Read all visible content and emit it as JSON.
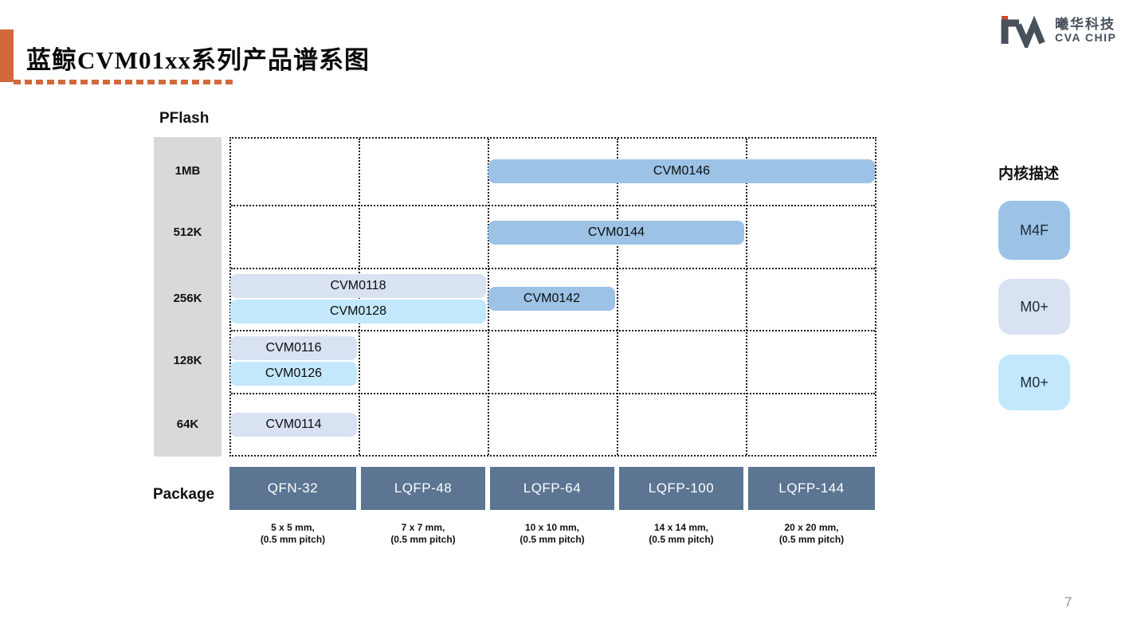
{
  "slide": {
    "title": "蓝鲸CVM01xx系列产品谱系图",
    "page_number": "7"
  },
  "logo": {
    "mark": "CVA",
    "company_cn": "曦华科技",
    "company_en": "CVA CHIP"
  },
  "chart": {
    "y_axis": {
      "title": "PFlash",
      "labels": [
        "1MB",
        "512K",
        "256K",
        "128K",
        "64K"
      ]
    },
    "x_axis": {
      "title": "Package"
    },
    "packages": [
      {
        "name": "QFN-32",
        "dimensions": "5 x 5 mm,",
        "pitch": "(0.5 mm pitch)"
      },
      {
        "name": "LQFP-48",
        "dimensions": "7 x 7 mm,",
        "pitch": "(0.5 mm pitch)"
      },
      {
        "name": "LQFP-64",
        "dimensions": "10 x 10 mm,",
        "pitch": "(0.5 mm pitch)"
      },
      {
        "name": "LQFP-100",
        "dimensions": "14 x 14 mm,",
        "pitch": "(0.5 mm pitch)"
      },
      {
        "name": "LQFP-144",
        "dimensions": "20 x 20 mm,",
        "pitch": "(0.5 mm pitch)"
      }
    ],
    "products": [
      {
        "name": "CVM0146",
        "pflash": "1MB",
        "core": "M4F",
        "style": "m4f",
        "package_start": "LQFP-64",
        "package_end": "LQFP-144",
        "lane": "single"
      },
      {
        "name": "CVM0144",
        "pflash": "512K",
        "core": "M4F",
        "style": "m4f",
        "package_start": "LQFP-64",
        "package_end": "LQFP-100",
        "lane": "single"
      },
      {
        "name": "CVM0118",
        "pflash": "256K",
        "core": "M0+",
        "style": "m0_lavender",
        "package_start": "QFN-32",
        "package_end": "LQFP-48",
        "lane": "top"
      },
      {
        "name": "CVM0128",
        "pflash": "256K",
        "core": "M0+",
        "style": "m0_cyan",
        "package_start": "QFN-32",
        "package_end": "LQFP-48",
        "lane": "bottom"
      },
      {
        "name": "CVM0142",
        "pflash": "256K",
        "core": "M4F",
        "style": "m4f",
        "package_start": "LQFP-64",
        "package_end": "LQFP-64",
        "lane": "single"
      },
      {
        "name": "CVM0116",
        "pflash": "128K",
        "core": "M0+",
        "style": "m0_lavender",
        "package_start": "QFN-32",
        "package_end": "QFN-32",
        "lane": "top"
      },
      {
        "name": "CVM0126",
        "pflash": "128K",
        "core": "M0+",
        "style": "m0_cyan",
        "package_start": "QFN-32",
        "package_end": "QFN-32",
        "lane": "bottom"
      },
      {
        "name": "CVM0114",
        "pflash": "64K",
        "core": "M0+",
        "style": "m0_lavender",
        "package_start": "QFN-32",
        "package_end": "QFN-32",
        "lane": "single"
      }
    ]
  },
  "legend": {
    "title": "内核描述",
    "items": [
      {
        "label": "M4F",
        "style": "m4f"
      },
      {
        "label": "M0+",
        "style": "m0_lavender"
      },
      {
        "label": "M0+",
        "style": "m0_cyan"
      }
    ]
  },
  "colors": {
    "accent_orange": "#D2693C",
    "logo_slate": "#47515C",
    "package_header": "#5B7593",
    "axis_column": "#D9D9D9",
    "bars": {
      "m4f": "#9CC3E6",
      "m0_lavender": "#D9E2F3",
      "m0_cyan": "#C3E8FC"
    }
  }
}
